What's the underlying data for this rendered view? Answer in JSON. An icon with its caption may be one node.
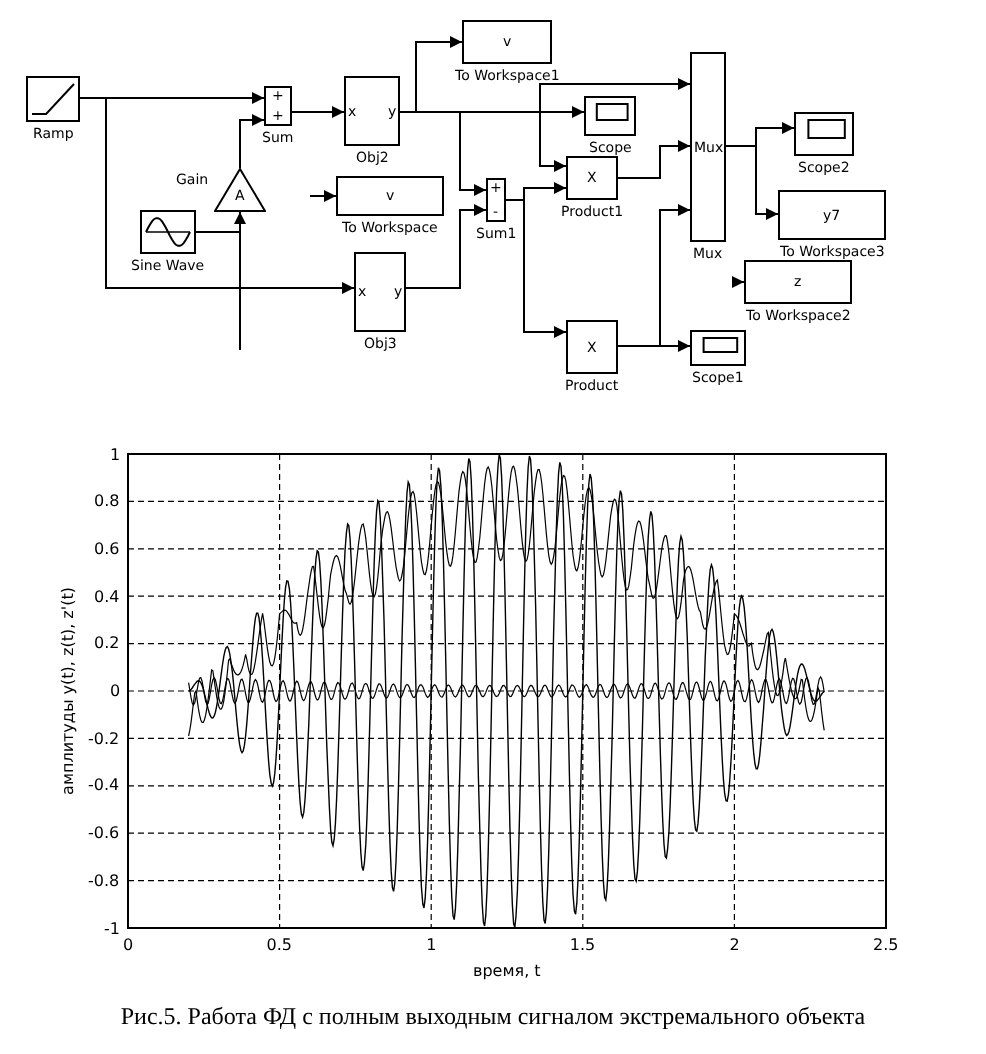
{
  "diagram": {
    "caption": "Рис.5. Работа ФД с полным выходным сигналом экстремального объекта",
    "nodes": [
      {
        "text": [
          "Ramp"
        ]
      },
      {
        "text": [
          "+",
          "+",
          "Sum"
        ]
      },
      {
        "text": [
          "x",
          "y",
          "Obj2"
        ]
      },
      {
        "text": [
          "v",
          "To Workspace1"
        ]
      },
      {
        "text": [
          "Gain",
          "A"
        ]
      },
      {
        "text": [
          "Sine Wave"
        ]
      },
      {
        "text": [
          "v",
          "To Workspace"
        ]
      },
      {
        "text": [
          "x",
          "y",
          "Obj3"
        ]
      },
      {
        "text": [
          "+",
          "-",
          "Sum1"
        ]
      },
      {
        "text": [
          "Scope"
        ]
      },
      {
        "text": [
          "X",
          "Product1"
        ]
      },
      {
        "text": [
          "X",
          "Product"
        ]
      },
      {
        "text": [
          "Mux",
          "Mux"
        ]
      },
      {
        "text": [
          "Scope1"
        ]
      },
      {
        "text": [
          "Scope2"
        ]
      },
      {
        "text": [
          "y7",
          "To Workspace3"
        ]
      },
      {
        "text": [
          "z",
          "To Workspace2"
        ]
      }
    ],
    "edges": [
      {
        "from": 0,
        "to": 1,
        "arrow": "to"
      },
      {
        "from": 0,
        "to": 7,
        "arrow": "to"
      },
      {
        "from": 1,
        "to": 2,
        "arrow": "to"
      },
      {
        "from": 4,
        "to": 1,
        "arrow": "to"
      },
      {
        "from": 5,
        "to": 4,
        "arrow": "to"
      },
      {
        "from": 2,
        "to": 3,
        "arrow": "to"
      },
      {
        "from": 2,
        "to": 9,
        "arrow": "to"
      },
      {
        "from": 2,
        "to": 8,
        "arrow": "to"
      },
      {
        "from": 2,
        "to": 12,
        "arrow": "to"
      },
      {
        "from": 2,
        "to": 10,
        "arrow": "to"
      },
      {
        "from": 7,
        "to": 8,
        "arrow": "to"
      },
      {
        "from": 8,
        "to": 11,
        "arrow": "to"
      },
      {
        "from": 8,
        "to": 10,
        "arrow": "to"
      },
      {
        "from": 10,
        "to": 12,
        "arrow": "to"
      },
      {
        "from": 11,
        "to": 12,
        "arrow": "to"
      },
      {
        "from": 11,
        "to": 13,
        "arrow": "to"
      },
      {
        "from": 12,
        "to": 14,
        "arrow": "to"
      },
      {
        "from": 12,
        "to": 15,
        "arrow": "to"
      },
      {
        "from": null,
        "to": 6,
        "arrow": "to"
      },
      {
        "from": null,
        "to": 16,
        "arrow": "to"
      },
      {
        "from": 4,
        "to": null,
        "arrow": "none"
      }
    ],
    "labels": [
      "1",
      "0.8",
      "0.6",
      "0.4",
      "0.2",
      "0",
      "-0.2",
      "-0.4",
      "-0.6",
      "-0.8",
      "-1",
      "0",
      "0.5",
      "1",
      "1.5",
      "2",
      "2.5",
      "время, t",
      "амплитуды y(t), z(t), z'(t)"
    ]
  }
}
